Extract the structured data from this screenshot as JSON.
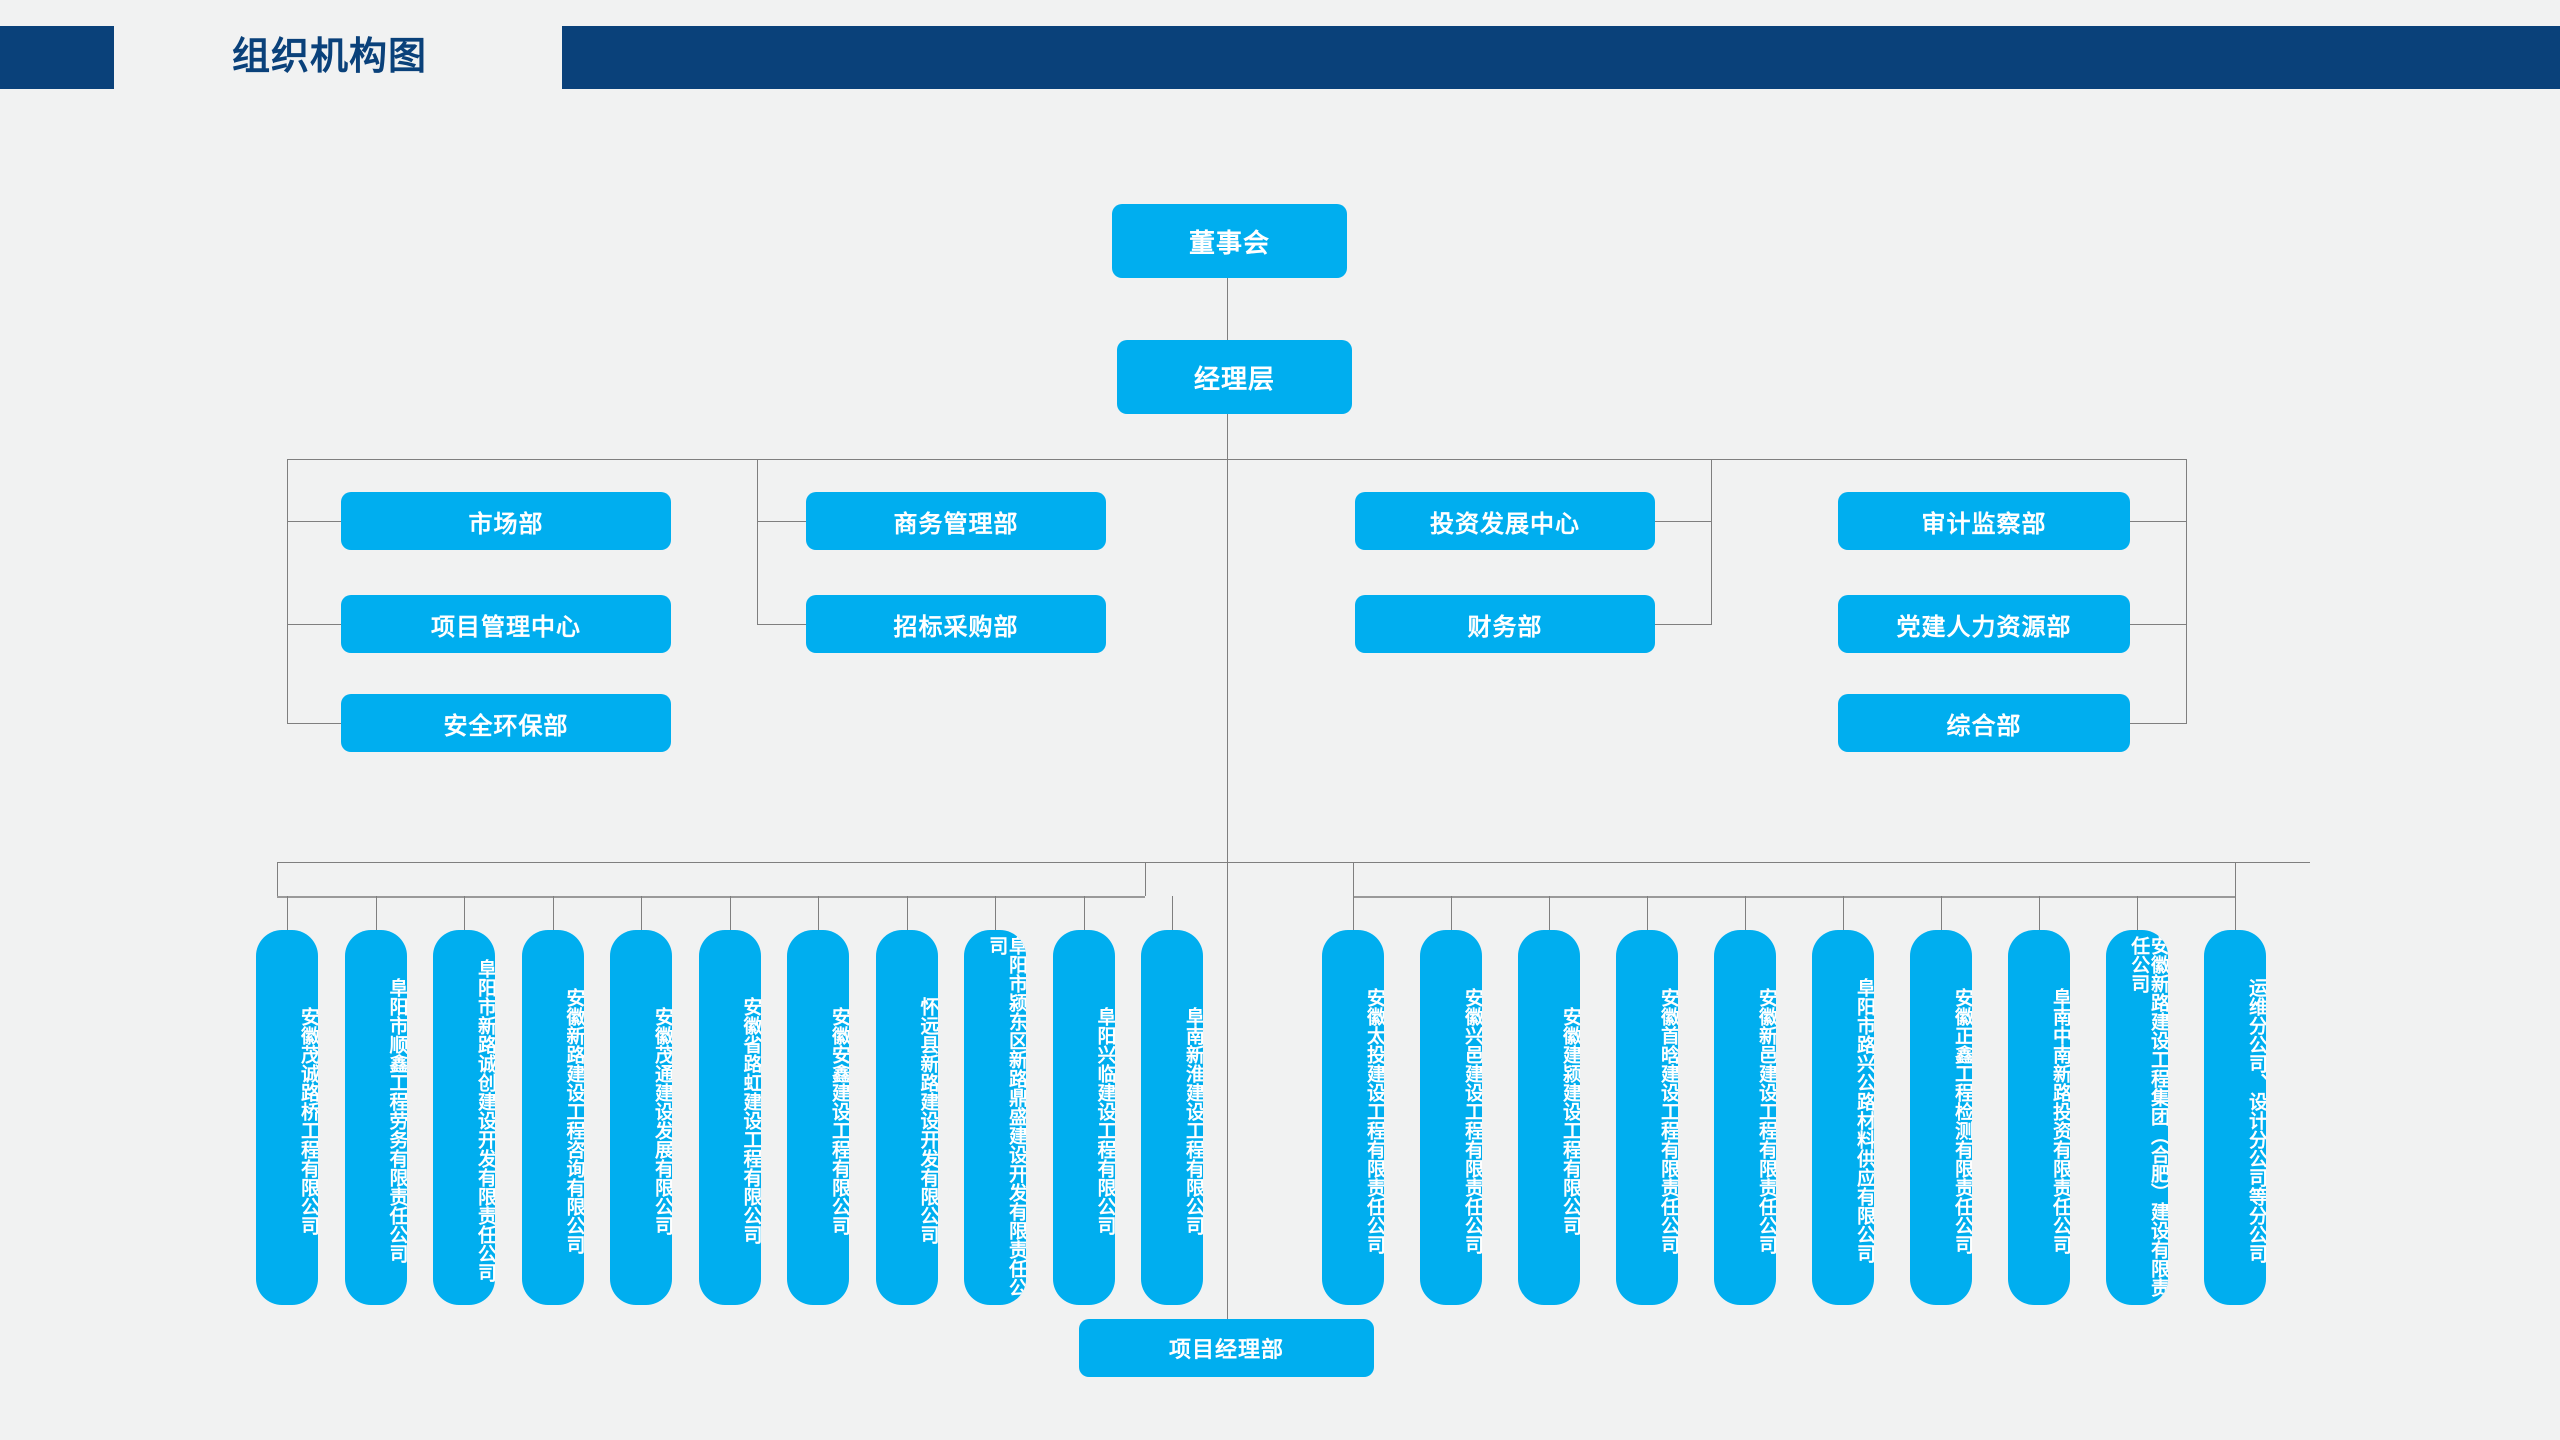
{
  "header": {
    "title": "组织机构图",
    "navy": "#0a417a"
  },
  "colors": {
    "node_fill": "#00aeef",
    "node_text": "#ffffff",
    "connector": "#7f7f7f",
    "background": "#f1f2f2"
  },
  "chart_data": {
    "type": "diagram",
    "title": "组织机构图",
    "levels": [
      {
        "name": "董事会"
      },
      {
        "name": "经理层"
      },
      {
        "name": "项目经理部"
      }
    ]
  },
  "top": {
    "board": "董事会",
    "management": "经理层"
  },
  "departments": {
    "col1": [
      {
        "label": "市场部"
      },
      {
        "label": "项目管理中心"
      },
      {
        "label": "安全环保部"
      }
    ],
    "col2": [
      {
        "label": "商务管理部"
      },
      {
        "label": "招标采购部"
      }
    ],
    "col3": [
      {
        "label": "投资发展中心"
      },
      {
        "label": "财务部"
      }
    ],
    "col4": [
      {
        "label": "审计监察部"
      },
      {
        "label": "党建人力资源部"
      },
      {
        "label": "综合部"
      }
    ]
  },
  "subsidiaries_left": [
    {
      "label": "安徽茂诚路桥工程有限公司"
    },
    {
      "label": "阜阳市顺鑫工程劳务有限责任公司"
    },
    {
      "label": "阜阳市新路诚创建设开发有限责任公司"
    },
    {
      "label": "安徽新路建设工程咨询有限公司"
    },
    {
      "label": "安徽茂通建设发展有限公司"
    },
    {
      "label": "安徽省路虹建设工程有限公司"
    },
    {
      "label": "安徽安鑫建设工程有限公司"
    },
    {
      "label": "怀远县新路建设开发有限公司"
    },
    {
      "label": "阜阳市颍东区新路鼎盛建设开发有限责任公司"
    },
    {
      "label": "阜阳兴临建设工程有限公司"
    },
    {
      "label": "阜南新淮建设工程有限公司"
    }
  ],
  "subsidiaries_right": [
    {
      "label": "安徽太投建设工程有限责任公司"
    },
    {
      "label": "安徽兴邑建设工程有限责任公司"
    },
    {
      "label": "安徽建颍建设工程有限公司"
    },
    {
      "label": "安徽首晗建设工程有限责任公司"
    },
    {
      "label": "安徽新邑建设工程有限责任公司"
    },
    {
      "label": "阜阳市路兴公路材料供应有限公司"
    },
    {
      "label": "安徽正鑫工程检测有限责任公司"
    },
    {
      "label": "阜南中南新路投资有限责任公司"
    },
    {
      "label": "安徽新路建设工程集团（合肥）建设有限责任公司"
    },
    {
      "label": "运维分公司、设计分公司等分公司"
    }
  ],
  "bottom": {
    "project_dept": "项目经理部"
  }
}
